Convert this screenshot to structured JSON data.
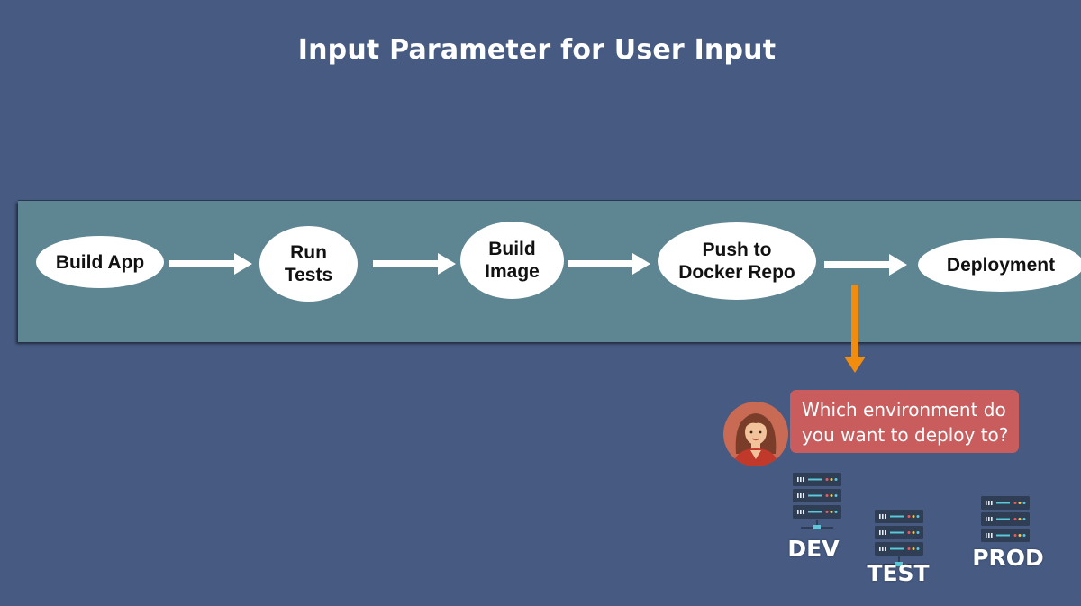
{
  "title": "Input Parameter for User Input",
  "pipeline": {
    "stages": [
      {
        "label": "Build App"
      },
      {
        "label": "Run\nTests"
      },
      {
        "label": "Build\nImage"
      },
      {
        "label": "Push to\nDocker Repo"
      },
      {
        "label": "Deployment"
      }
    ]
  },
  "prompt": {
    "text": "Which environment do\nyou want to deploy to?"
  },
  "environments": [
    {
      "label": "DEV"
    },
    {
      "label": "TEST"
    },
    {
      "label": "PROD"
    }
  ],
  "colors": {
    "background": "#465a82",
    "band": "#5d8592",
    "decision_arrow": "#f28c0f",
    "bubble": "#c95d5d",
    "server": "#2f3d55",
    "server_accent": "#5cc8d8"
  },
  "icons": {
    "avatar": "user-avatar-icon",
    "server": "server-rack-icon"
  }
}
